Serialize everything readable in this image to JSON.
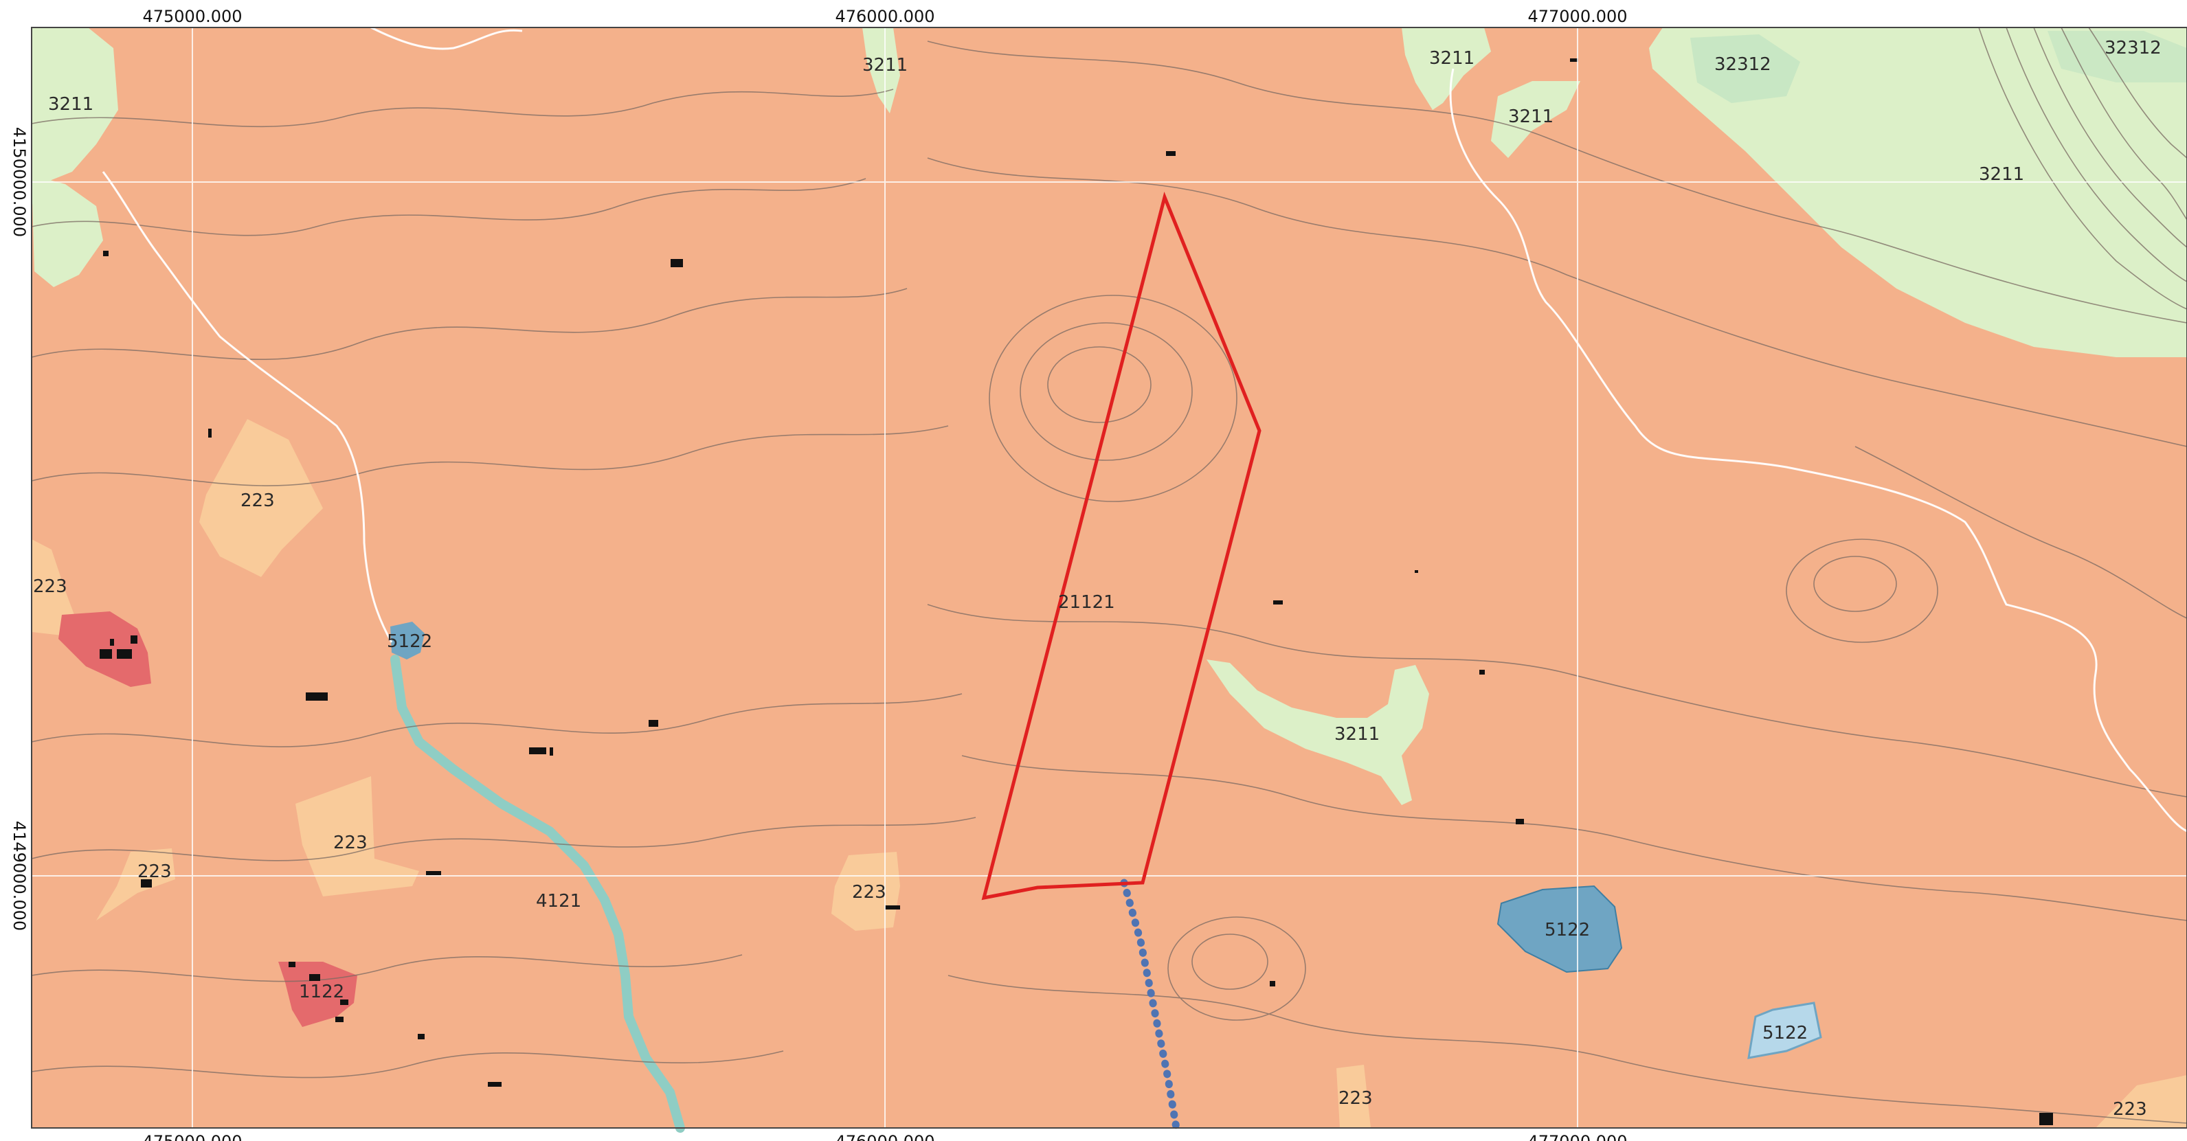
{
  "map": {
    "colors": {
      "agricultural": "#F4B18B",
      "forest": "#DCF0C8",
      "forest_dark": "#BFE2C2",
      "pasture": "#F9CB9A",
      "urban": "#E46A6C",
      "water_body": "#6FA5C3",
      "water_light": "#B6D8EA",
      "river": "#8FCDC4",
      "contour": "#7A6A62",
      "boundary": "#E02020",
      "dotted_line": "#4F74B3",
      "grid": "#FFFFFF"
    },
    "grid": {
      "x_labels": [
        "475000.000",
        "476000.000",
        "477000.000"
      ],
      "y_labels": [
        "4150000.000",
        "4149000.000"
      ]
    },
    "zones": [
      {
        "code": "3211"
      },
      {
        "code": "3211"
      },
      {
        "code": "3211"
      },
      {
        "code": "3211"
      },
      {
        "code": "32312"
      },
      {
        "code": "32312"
      },
      {
        "code": "3211"
      },
      {
        "code": "223"
      },
      {
        "code": "223"
      },
      {
        "code": "5122"
      },
      {
        "code": "21121"
      },
      {
        "code": "3211"
      },
      {
        "code": "223"
      },
      {
        "code": "223"
      },
      {
        "code": "4121"
      },
      {
        "code": "223"
      },
      {
        "code": "5122"
      },
      {
        "code": "1122"
      },
      {
        "code": "5122"
      },
      {
        "code": "223"
      },
      {
        "code": "223"
      }
    ]
  }
}
